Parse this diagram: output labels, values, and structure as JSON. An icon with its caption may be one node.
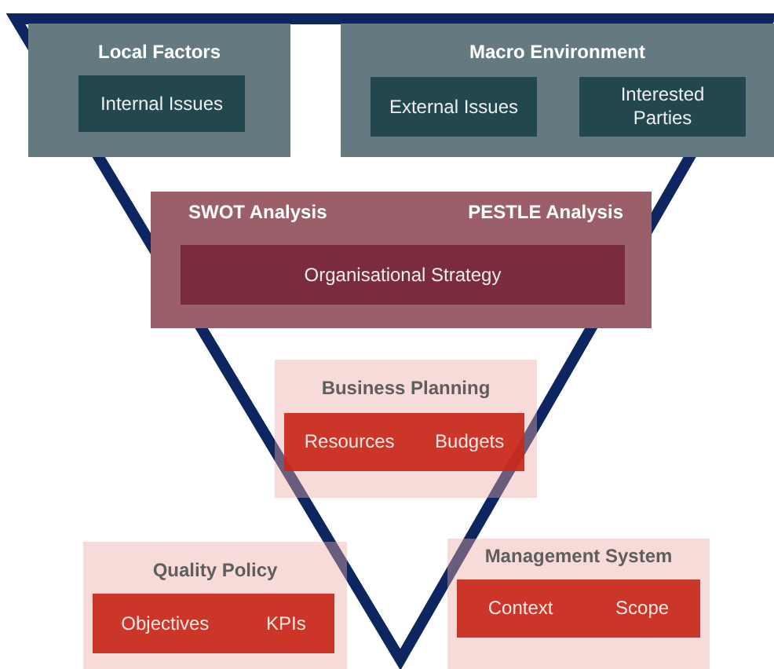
{
  "diagram": {
    "nodes": [
      {
        "text": [
          "Local Factors"
        ]
      },
      {
        "text": [
          "Internal Issues"
        ],
        "in": 0
      },
      {
        "text": [
          "Macro Environment"
        ]
      },
      {
        "text": [
          "External Issues"
        ],
        "in": 2
      },
      {
        "text": [
          "Interested Parties"
        ],
        "in": 2
      },
      {
        "text": [
          "SWOT Analysis",
          "PESTLE Analysis"
        ]
      },
      {
        "text": [
          "Organisational Strategy"
        ],
        "in": 5
      },
      {
        "text": [
          "Business Planning"
        ]
      },
      {
        "text": [
          "Resources",
          "Budgets"
        ],
        "in": 7
      },
      {
        "text": [
          "Quality Policy"
        ]
      },
      {
        "text": [
          "Objectives",
          "KPIs"
        ],
        "in": 9
      },
      {
        "text": [
          "Management System"
        ]
      },
      {
        "text": [
          "Context",
          "Scope"
        ],
        "in": 11
      }
    ]
  }
}
